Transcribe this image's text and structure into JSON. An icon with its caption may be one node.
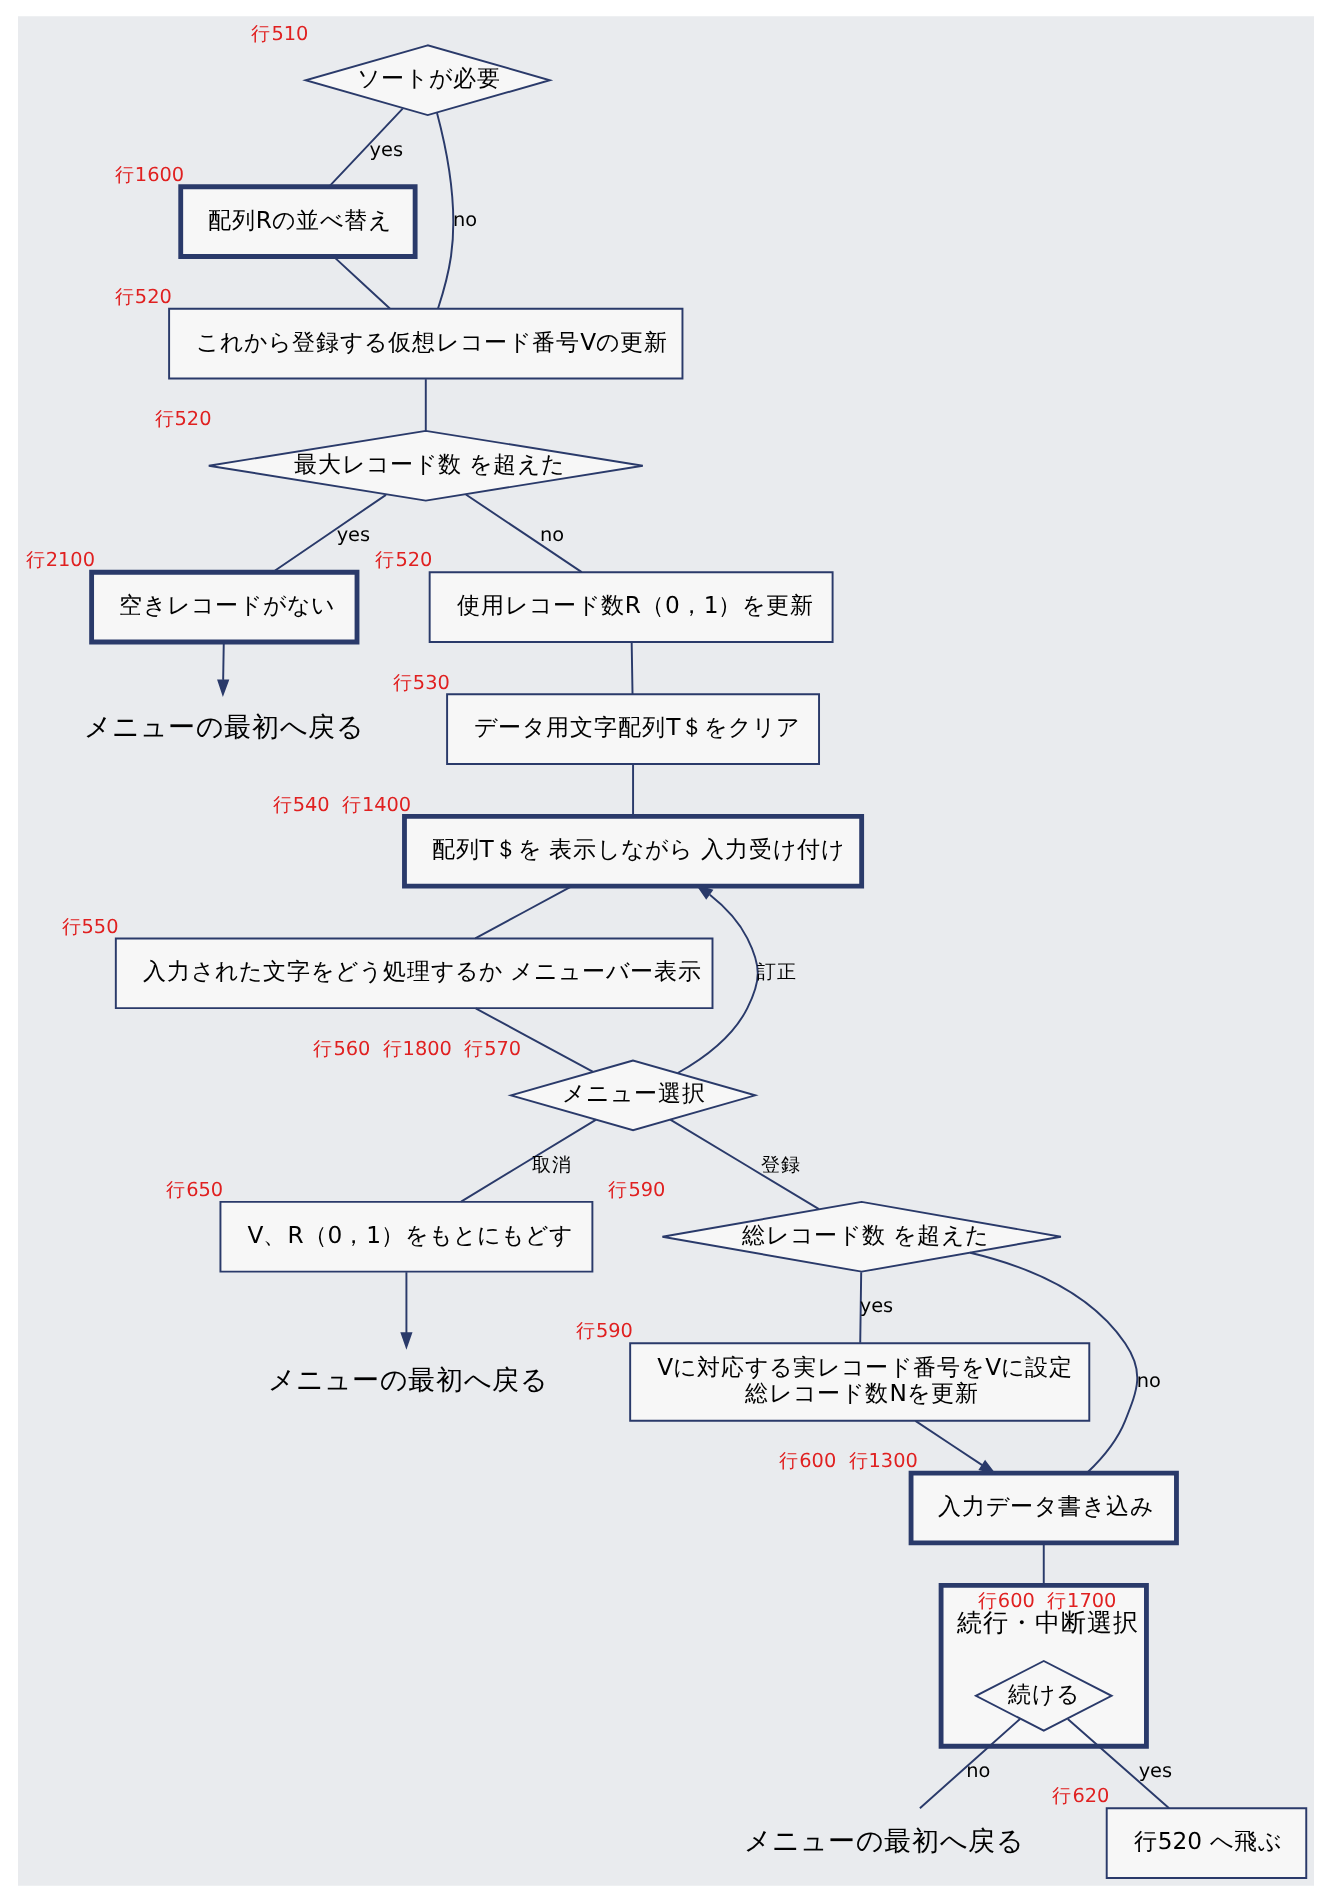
{
  "diagram": {
    "nodes": [
      {
        "text": [
          "ソートが必要"
        ],
        "beside": [
          "行510"
        ]
      },
      {
        "text": [
          "配列Rの並べ替え"
        ],
        "beside": [
          "行1600"
        ]
      },
      {
        "text": [
          "これから登録する仮想レコード番号Vの更新"
        ],
        "beside": [
          "行520"
        ]
      },
      {
        "text": [
          "最大レコード数 を超えた"
        ],
        "beside": [
          "行520"
        ]
      },
      {
        "text": [
          "空きレコードがない"
        ],
        "beside": [
          "行2100"
        ]
      },
      {
        "text": [
          "メニューの最初へ戻る"
        ]
      },
      {
        "text": [
          "使用レコード数R（0，1）を更新"
        ],
        "beside": [
          "行520"
        ]
      },
      {
        "text": [
          "データ用文字配列T＄をクリア"
        ],
        "beside": [
          "行530"
        ]
      },
      {
        "text": [
          "配列T＄を 表示しながら 入力受け付け"
        ],
        "beside": [
          "行540",
          "行1400"
        ]
      },
      {
        "text": [
          "入力された文字をどう処理するか メニューバー表示"
        ],
        "beside": [
          "行550"
        ]
      },
      {
        "text": [
          "メニュー選択"
        ],
        "beside": [
          "行560",
          "行1800",
          "行570"
        ]
      },
      {
        "text": [
          "V、R（0，1）をもとにもどす"
        ],
        "beside": [
          "行650"
        ]
      },
      {
        "text": [
          "メニューの最初へ戻る"
        ]
      },
      {
        "text": [
          "総レコード数 を超えた"
        ],
        "beside": [
          "行590"
        ]
      },
      {
        "text": [
          "Vに対応する実レコード番号をVに設定",
          "総レコード数Nを更新"
        ],
        "beside": [
          "行590"
        ]
      },
      {
        "text": [
          "入力データ書き込み"
        ],
        "beside": [
          "行600",
          "行1300"
        ]
      },
      {
        "text": [
          "続行・中断選択"
        ],
        "beside": [
          "行600",
          "行1700"
        ]
      },
      {
        "text": [
          "続ける"
        ],
        "in": 16
      },
      {
        "text": [
          "メニューの最初へ戻る"
        ]
      },
      {
        "text": [
          "行520 へ飛ぶ"
        ],
        "beside": [
          "行620"
        ]
      }
    ],
    "edges": [
      {
        "from": 0,
        "to": 1,
        "label": "yes",
        "arrow": "none"
      },
      {
        "from": 1,
        "to": 2,
        "arrow": "none"
      },
      {
        "from": 0,
        "to": 2,
        "label": "no",
        "arrow": "none"
      },
      {
        "from": 2,
        "to": 3,
        "arrow": "none"
      },
      {
        "from": 3,
        "to": 4,
        "label": "yes",
        "arrow": "none"
      },
      {
        "from": 4,
        "to": 5,
        "arrow": "to"
      },
      {
        "from": 3,
        "to": 6,
        "label": "no",
        "arrow": "none"
      },
      {
        "from": 6,
        "to": 7,
        "arrow": "none"
      },
      {
        "from": 7,
        "to": 8,
        "arrow": "none"
      },
      {
        "from": 8,
        "to": 9,
        "arrow": "none"
      },
      {
        "from": 9,
        "to": 10,
        "arrow": "none"
      },
      {
        "from": 10,
        "to": 13,
        "label": "登録",
        "arrow": "none"
      },
      {
        "from": 10,
        "to": 11,
        "label": "取消",
        "arrow": "none"
      },
      {
        "from": 11,
        "to": 12,
        "arrow": "to"
      },
      {
        "from": 10,
        "to": 8,
        "label": "訂正",
        "arrow": "to"
      },
      {
        "from": 13,
        "to": 15,
        "label": "no",
        "arrow": "none"
      },
      {
        "from": 13,
        "to": 14,
        "label": "yes",
        "arrow": "none"
      },
      {
        "from": 14,
        "to": 15,
        "arrow": "to"
      },
      {
        "from": 15,
        "to": 16,
        "arrow": "none"
      },
      {
        "from": 17,
        "to": 18,
        "label": "no",
        "arrow": "none"
      },
      {
        "from": 17,
        "to": 19,
        "label": "yes",
        "arrow": "none"
      }
    ]
  }
}
